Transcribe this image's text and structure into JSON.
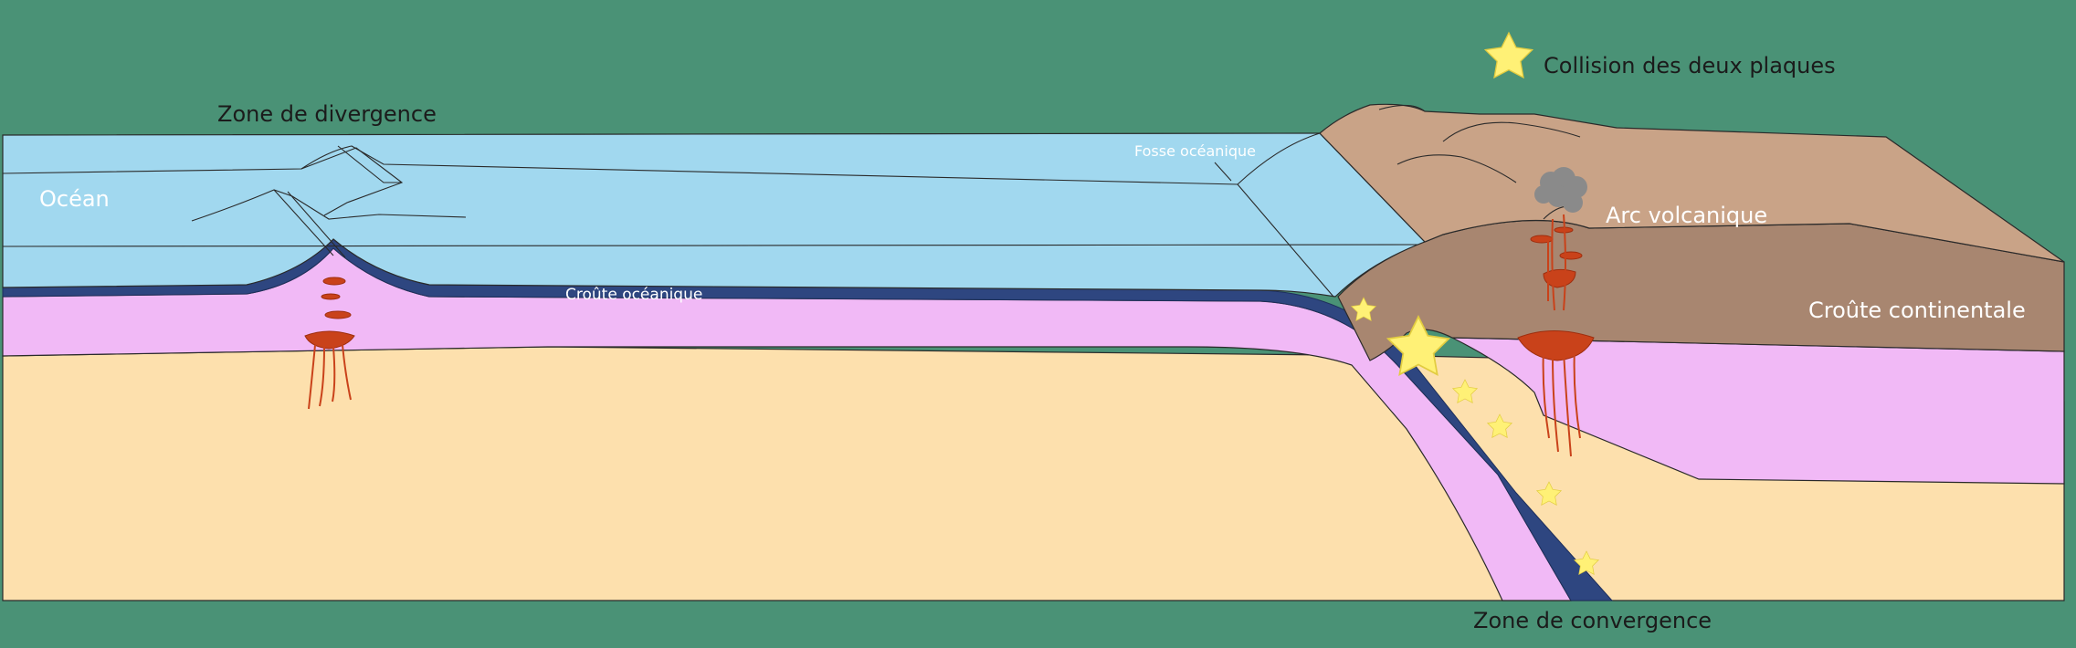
{
  "diagram": {
    "legend": {
      "star_icon": "star-icon",
      "label": "Collision des deux plaques"
    },
    "labels": {
      "divergence_zone": "Zone de divergence",
      "ocean": "Océan",
      "oceanic_trench": "Fosse océanique",
      "oceanic_crust": "Croûte océanique",
      "volcanic_arc": "Arc volcanique",
      "continental_crust": "Croûte continentale",
      "convergence_zone": "Zone de convergence"
    },
    "colors": {
      "background": "#4a9276",
      "ocean": "#a1d8ef",
      "oceanic_crust": "#2e4680",
      "lithospheric_mantle": "#f1b9f6",
      "asthenosphere": "#fde0ad",
      "continental_crust": "#a88670",
      "continent_surface": "#c9a387",
      "magma": "#c9421a",
      "star": "#fff176",
      "volcanic_ash": "#8a8a8a"
    }
  }
}
